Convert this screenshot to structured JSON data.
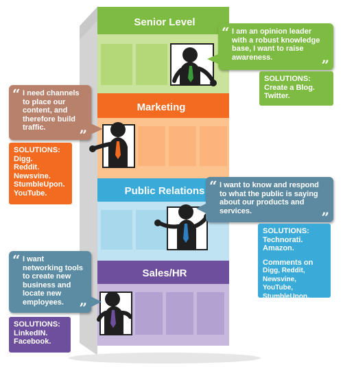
{
  "levels": [
    {
      "label": "Senior Level",
      "color": "#7dbb42"
    },
    {
      "label": "Marketing",
      "color": "#f26b21"
    },
    {
      "label": "Public Relations",
      "color": "#3aaad8"
    },
    {
      "label": "Sales/HR",
      "color": "#6e4f9e"
    }
  ],
  "bubbles": {
    "senior": "I am an opinion leader with a robust knowledge base, I want to raise awareness.",
    "marketing": "I need channels to place our content, and therefore build traffic.",
    "pr": "I want to know and respond to what the public is saying about our products and services.",
    "sales": "I want networking tools to create new business and locate new employees."
  },
  "solutions": {
    "senior": {
      "heading": "SOLUTIONS:",
      "lines": [
        "Create a Blog.",
        "Twitter."
      ]
    },
    "marketing": {
      "heading": "SOLUTIONS:",
      "lines": [
        "Digg.",
        "Reddit.",
        "Newsvine.",
        "StumbleUpon.",
        "YouTube."
      ]
    },
    "pr": {
      "heading": "SOLUTIONS:",
      "lines": [
        "Technorati.",
        "Amazon."
      ],
      "extra": [
        "Comments on",
        "Digg,  Reddit,",
        "Newsvine, YouTube,",
        "StumbleUpon."
      ]
    },
    "sales": {
      "heading": "SOLUTIONS:",
      "lines": [
        "LinkedIN.",
        "Facebook."
      ]
    }
  }
}
